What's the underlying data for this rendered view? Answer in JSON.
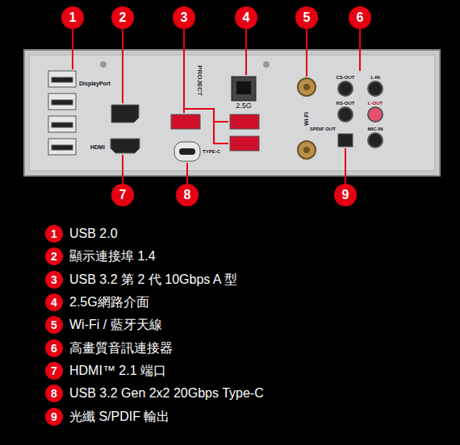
{
  "diagram": {
    "nodes": [
      {
        "text": [
          "1"
        ]
      },
      {
        "text": [
          "2"
        ]
      },
      {
        "text": [
          "3"
        ]
      },
      {
        "text": [
          "4"
        ]
      },
      {
        "text": [
          "5"
        ]
      },
      {
        "text": [
          "6"
        ]
      },
      {
        "text": [
          "7"
        ]
      },
      {
        "text": [
          "8"
        ]
      },
      {
        "text": [
          "9"
        ]
      },
      {
        "text": [
          "1"
        ]
      },
      {
        "text": [
          "2"
        ]
      },
      {
        "text": [
          "3"
        ]
      },
      {
        "text": [
          "4"
        ]
      },
      {
        "text": [
          "5"
        ]
      },
      {
        "text": [
          "6"
        ]
      },
      {
        "text": [
          "7"
        ]
      },
      {
        "text": [
          "8"
        ]
      },
      {
        "text": [
          "9"
        ]
      }
    ],
    "labels": [
      "DisplayPort",
      "HDMI",
      "PROJECT",
      "2.5G",
      "Wi-Fi",
      "CS-OUT",
      "L-IN",
      "RS-OUT",
      "L-OUT",
      "SPDIF OUT",
      "MIC-IN",
      "TYPE-C",
      "USB 2.0",
      "顯示連接埠 1.4",
      "USB 3.2 第 2 代 10Gbps A 型",
      "2.5G網路介面",
      "Wi-Fi / 藍牙天線",
      "高畫質音訊連接器",
      "HDMI™ 2.1 端口",
      "USB 3.2 Gen 2x2 20Gbps Type-C",
      "光纖 S/PDIF 輸出"
    ]
  }
}
